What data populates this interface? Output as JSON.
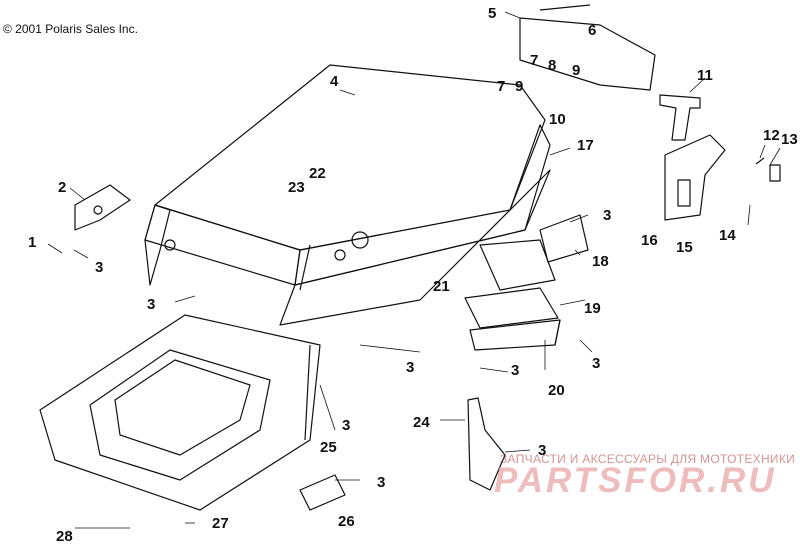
{
  "header": {
    "copyright": "© 2001 Polaris Sales Inc."
  },
  "watermark": {
    "subtitle": "ЗАПЧАСТИ И АКСЕССУАРЫ ДЛЯ МОТОТЕХНИКИ",
    "logo": "PARTSFOR.RU"
  },
  "callouts": {
    "c1": "1",
    "c2": "2",
    "c3a": "3",
    "c3b": "3",
    "c3c": "3",
    "c3d": "3",
    "c3e": "3",
    "c3f": "3",
    "c3g": "3",
    "c3h": "3",
    "c3i": "3",
    "c4": "4",
    "c5": "5",
    "c6": "6",
    "c7a": "7",
    "c7b": "7",
    "c8": "8",
    "c9a": "9",
    "c9b": "9",
    "c10": "10",
    "c11": "11",
    "c12": "12",
    "c13": "13",
    "c14": "14",
    "c15": "15",
    "c16": "16",
    "c17": "17",
    "c18": "18",
    "c19": "19",
    "c20": "20",
    "c21": "21",
    "c22": "22",
    "c23": "23",
    "c24": "24",
    "c25": "25",
    "c26": "26",
    "c27": "27",
    "c28": "28"
  },
  "colors": {
    "line": "#111111",
    "watermark": "#e8a0a0"
  }
}
